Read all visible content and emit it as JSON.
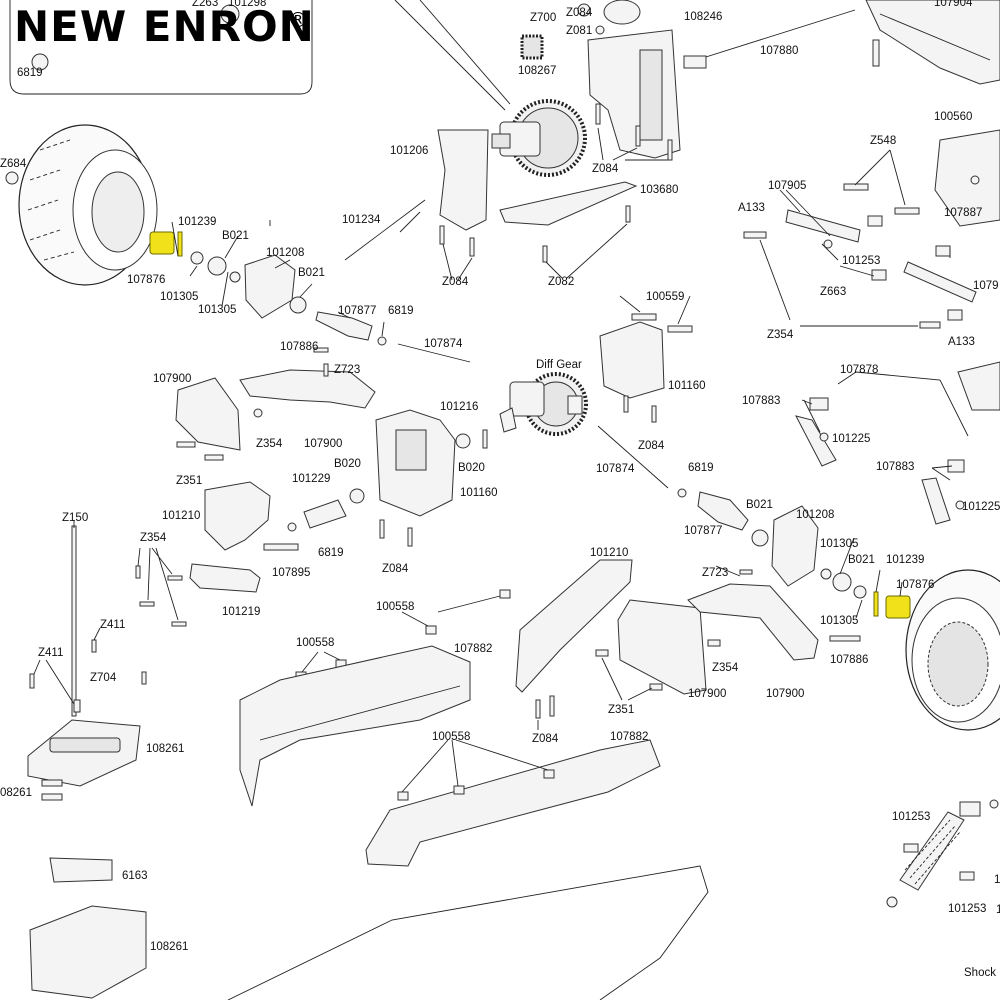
{
  "brand": {
    "name": "NEW ENRON",
    "registered": "®"
  },
  "colors": {
    "highlight": "#f0e11a",
    "line": "#222222",
    "part_fill": "#f4f4f4"
  },
  "labels": {
    "l_z263": "Z263",
    "l_101298": "101298",
    "l_6819_top": "6819",
    "l_z700": "Z700",
    "l_z084_a": "Z084",
    "l_108246": "108246",
    "l_z081": "Z081",
    "l_107904": "107904",
    "l_108267": "108267",
    "l_107880": "107880",
    "l_100560": "100560",
    "l_z684": "Z684",
    "l_101206": "101206",
    "l_z084_b": "Z084",
    "l_103680": "103680",
    "l_z548": "Z548",
    "l_107905": "107905",
    "l_a133_a": "A133",
    "l_107887": "107887",
    "l_101239_l": "101239",
    "l_b021_a": "B021",
    "l_101208_l": "101208",
    "l_101234": "101234",
    "l_b021_b": "B021",
    "l_107876_l": "107876",
    "l_101305_a": "101305",
    "l_101305_b": "101305",
    "l_z084_c": "Z084",
    "l_z082": "Z082",
    "l_101253_a": "101253",
    "l_z663": "Z663",
    "l_1079": "1079",
    "l_107877_l": "107877",
    "l_6819_b": "6819",
    "l_100559": "100559",
    "l_z354_a": "Z354",
    "l_a133_b": "A133",
    "l_107886_l": "107886",
    "l_107874_a": "107874",
    "l_z723_a": "Z723",
    "l_diffgear": "Diff Gear",
    "l_101160_a": "101160",
    "l_107900_tl": "107900",
    "l_107878": "107878",
    "l_107883_a": "107883",
    "l_101216": "101216",
    "l_101225_a": "101225",
    "l_z354_b": "Z354",
    "l_107900_b": "107900",
    "l_z084_d": "Z084",
    "l_b020": "B020",
    "l_b020_b": "B020",
    "l_101229": "101229",
    "l_101160_b": "101160",
    "l_z351_a": "Z351",
    "l_107874_b": "107874",
    "l_6819_c": "6819",
    "l_107883_b": "107883",
    "l_101225_b": "101225",
    "l_b021_c": "B021",
    "l_101208_r": "101208",
    "l_z150": "Z150",
    "l_101210_a": "101210",
    "l_107877_r": "107877",
    "l_z354_c": "Z354",
    "l_6819_d": "6819",
    "l_107895": "107895",
    "l_z084_e": "Z084",
    "l_101210_b": "101210",
    "l_101305_c": "101305",
    "l_b021_d": "B021",
    "l_101239_r": "101239",
    "l_z723_b": "Z723",
    "l_107876_r": "107876",
    "l_101219": "101219",
    "l_100558_a": "100558",
    "l_z411_a": "Z411",
    "l_101305_d": "101305",
    "l_107886_r": "107886",
    "l_z354_d": "Z354",
    "l_z411_b": "Z411",
    "l_z704": "Z704",
    "l_100558_b": "100558",
    "l_107882_a": "107882",
    "l_z351_b": "Z351",
    "l_107900_r": "107900",
    "l_107900_rb": "107900",
    "l_108261_a": "108261",
    "l_08261": "08261",
    "l_z084_f": "Z084",
    "l_100558_c": "100558",
    "l_107882_b": "107882",
    "l_101253_b": "101253",
    "l_101253_c": "101253",
    "l_6163": "6163",
    "l_108261_b": "108261",
    "l_shock": "Shock",
    "l_1_a": "1",
    "l_1_b": "1"
  }
}
